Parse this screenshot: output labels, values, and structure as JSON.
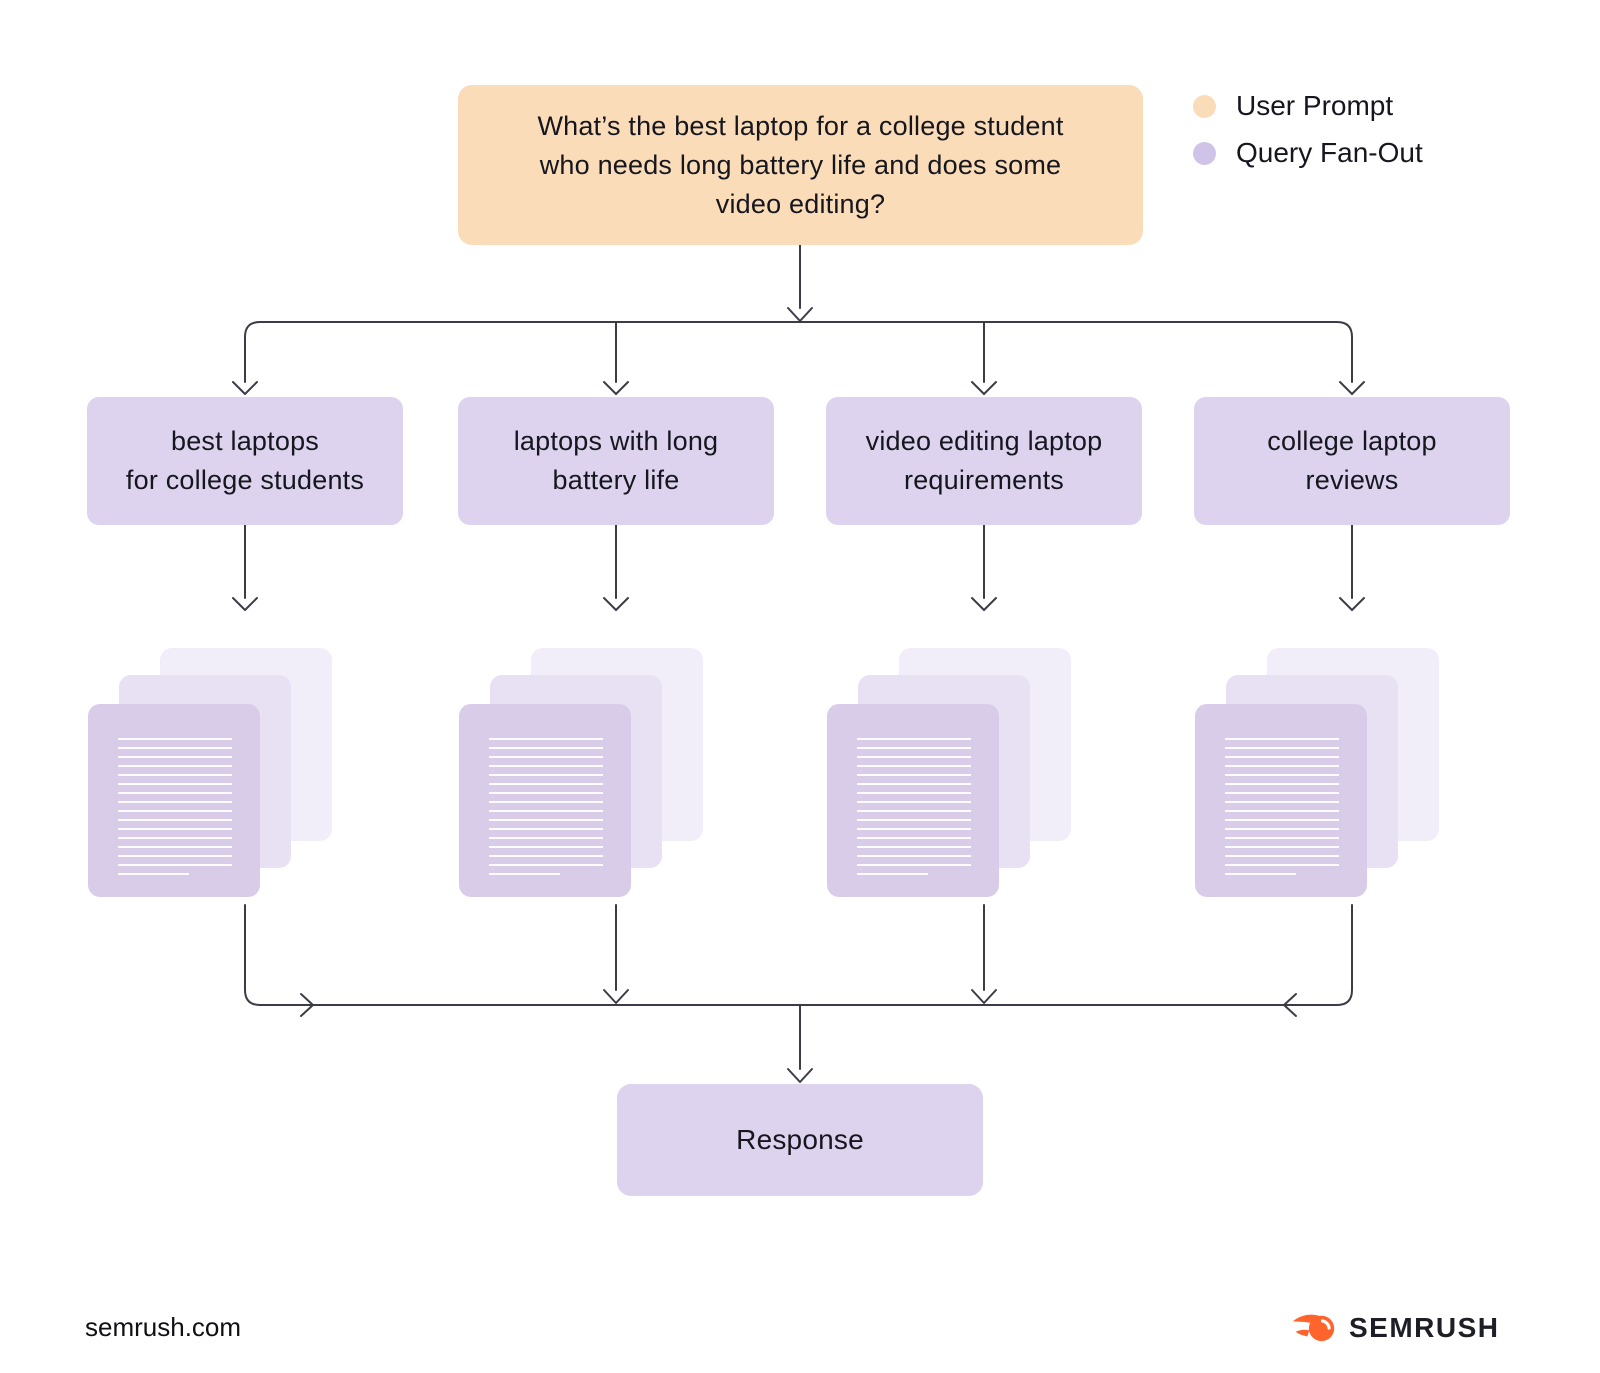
{
  "prompt": {
    "text": "What’s the best laptop for a college student\nwho needs long battery life and does some\nvideo editing?"
  },
  "legend": {
    "items": [
      {
        "label": "User Prompt",
        "color": "#FADCB8"
      },
      {
        "label": "Query Fan-Out",
        "color": "#CFC4E8"
      }
    ]
  },
  "queries": [
    {
      "label": "best laptops\nfor college students"
    },
    {
      "label": "laptops with long\nbattery life"
    },
    {
      "label": "video editing laptop\nrequirements"
    },
    {
      "label": "college laptop\nreviews"
    }
  ],
  "response": {
    "label": "Response"
  },
  "footer": {
    "site": "semrush.com",
    "brand": "SEMRUSH"
  },
  "colors": {
    "user_prompt": "#FADCB8",
    "query_fanout_box": "#DDD3EE",
    "legend_fanout_dot": "#CFC4E8",
    "doc_front": "#D9CCE9",
    "doc_middle": "#E8E0F3",
    "doc_back": "#F2EEF9",
    "connector": "#3C3C49",
    "text": "#16161F",
    "brand_orange": "#FF642D"
  }
}
